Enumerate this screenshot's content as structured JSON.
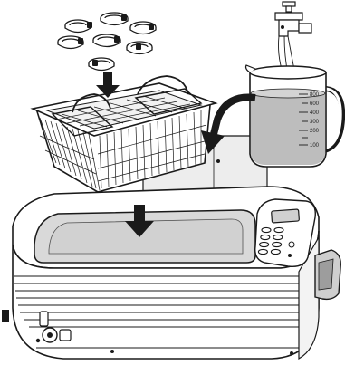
{
  "figure": {
    "beaker": {
      "scale_labels": [
        "800",
        "600",
        "400",
        "300",
        "200",
        "100"
      ]
    },
    "panel": {
      "button_count": 8,
      "buttons_per_row": 2
    }
  },
  "colors": {
    "line": "#1a1a1a",
    "water": "#bdbdbd",
    "tank_inner": "#d9d9d9",
    "shadow": "#e6e6e6"
  }
}
